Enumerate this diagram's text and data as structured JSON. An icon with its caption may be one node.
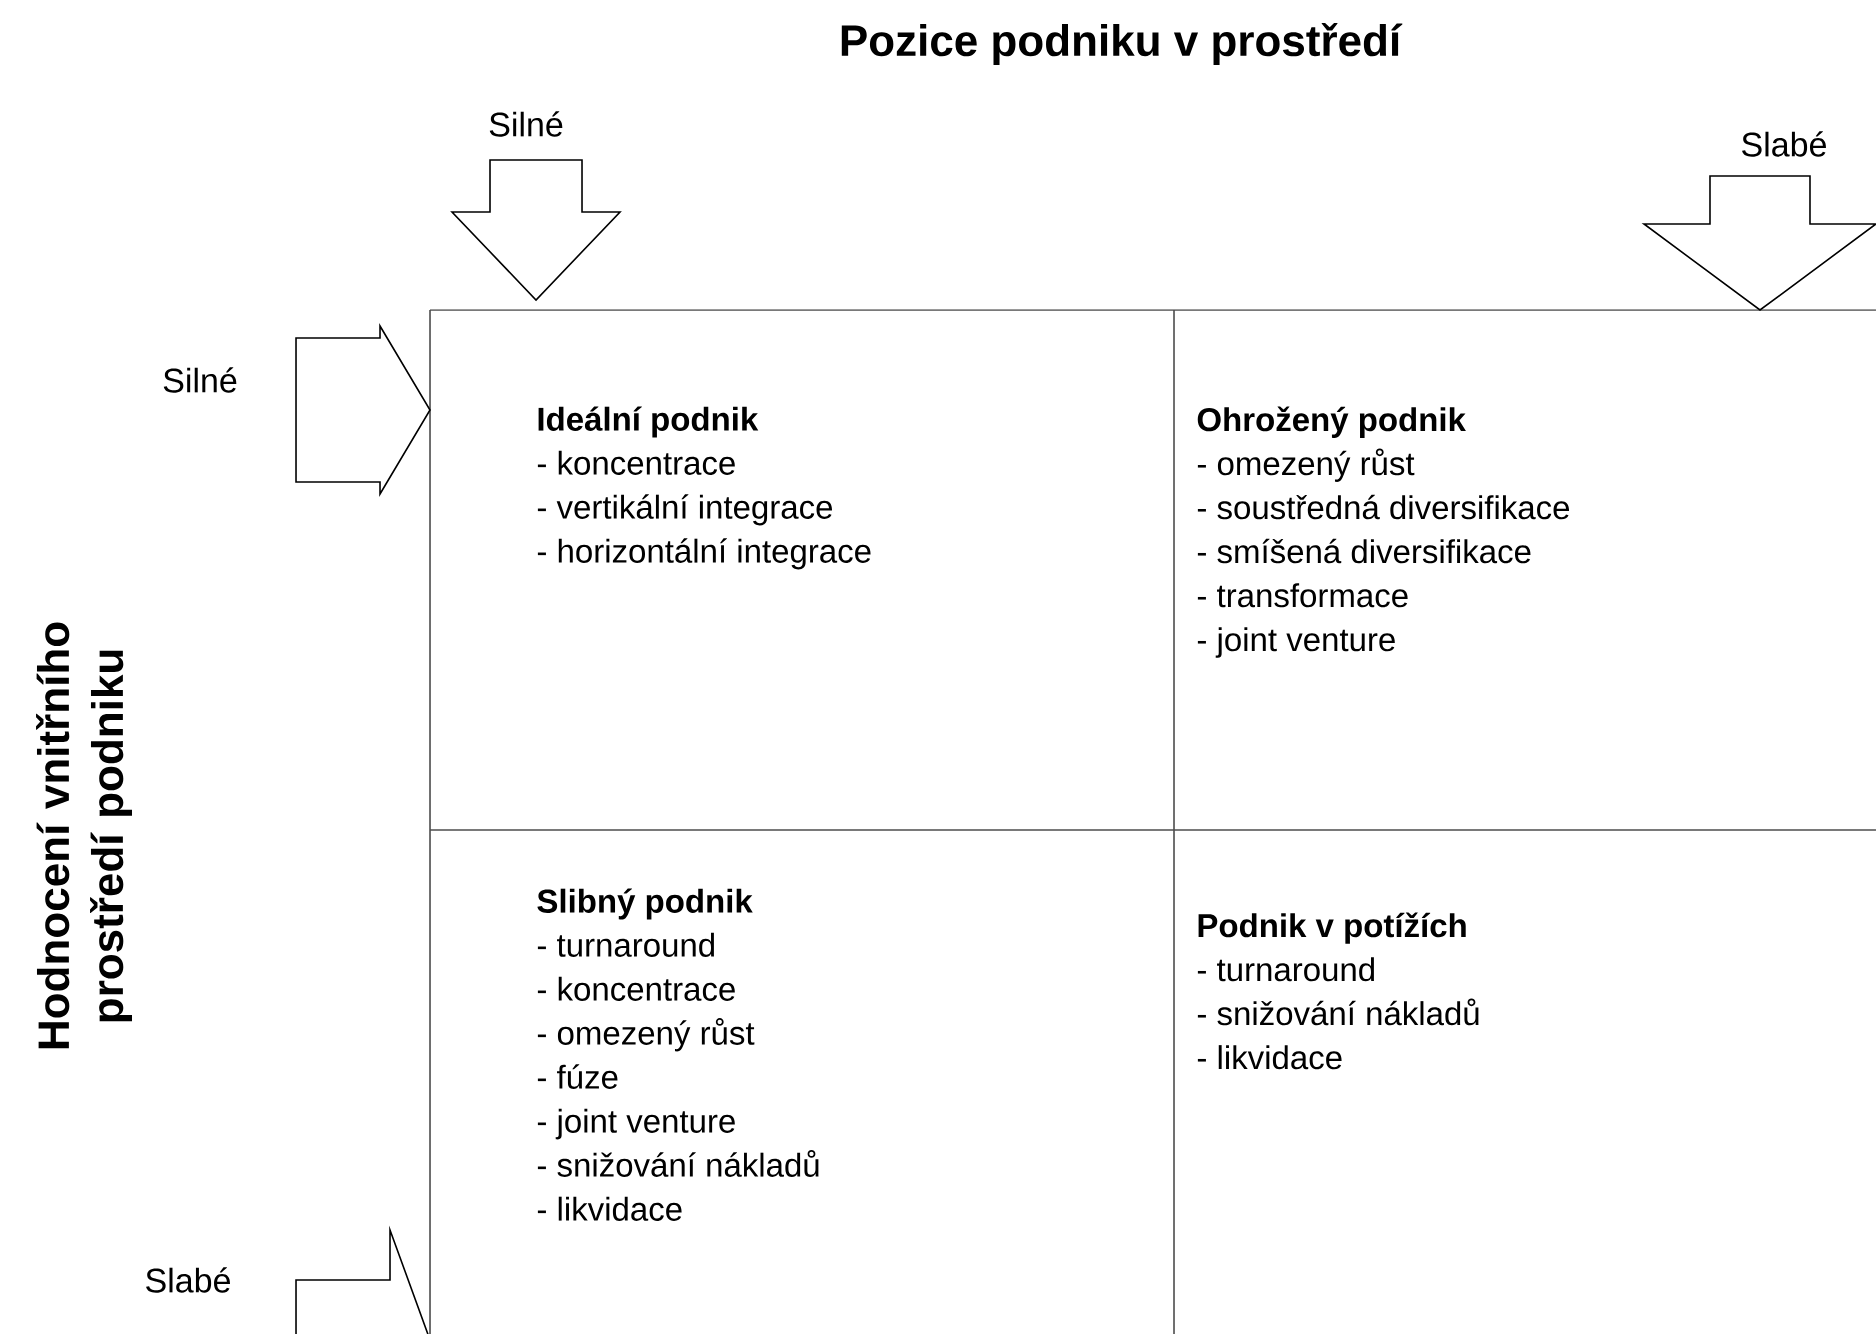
{
  "diagram": {
    "title": "Pozice podniku v prostředí",
    "nodes": [
      {
        "text": [
          "Ideální podnik",
          "- koncentrace",
          "- vertikální integrace",
          "- horizontální integrace"
        ]
      },
      {
        "text": [
          "Ohrožený podnik",
          "- omezený růst",
          "- soustředná diversifikace",
          "- smíšená diversifikace",
          "- transformace",
          "- joint venture"
        ]
      },
      {
        "text": [
          "Slibný podnik",
          "- turnaround",
          "- koncentrace",
          "- omezený růst",
          "- fúze",
          "- joint venture",
          "- snižování nákladů",
          "- likvidace"
        ]
      },
      {
        "text": [
          "Podnik v potížích",
          "- turnaround",
          "- snižování nákladů",
          "- likvidace"
        ]
      }
    ],
    "edges": [],
    "labels": [
      "Silné",
      "Slabé",
      "Hodnocení vnitřního prostředí podniku",
      "Silné",
      "Slabé"
    ]
  }
}
